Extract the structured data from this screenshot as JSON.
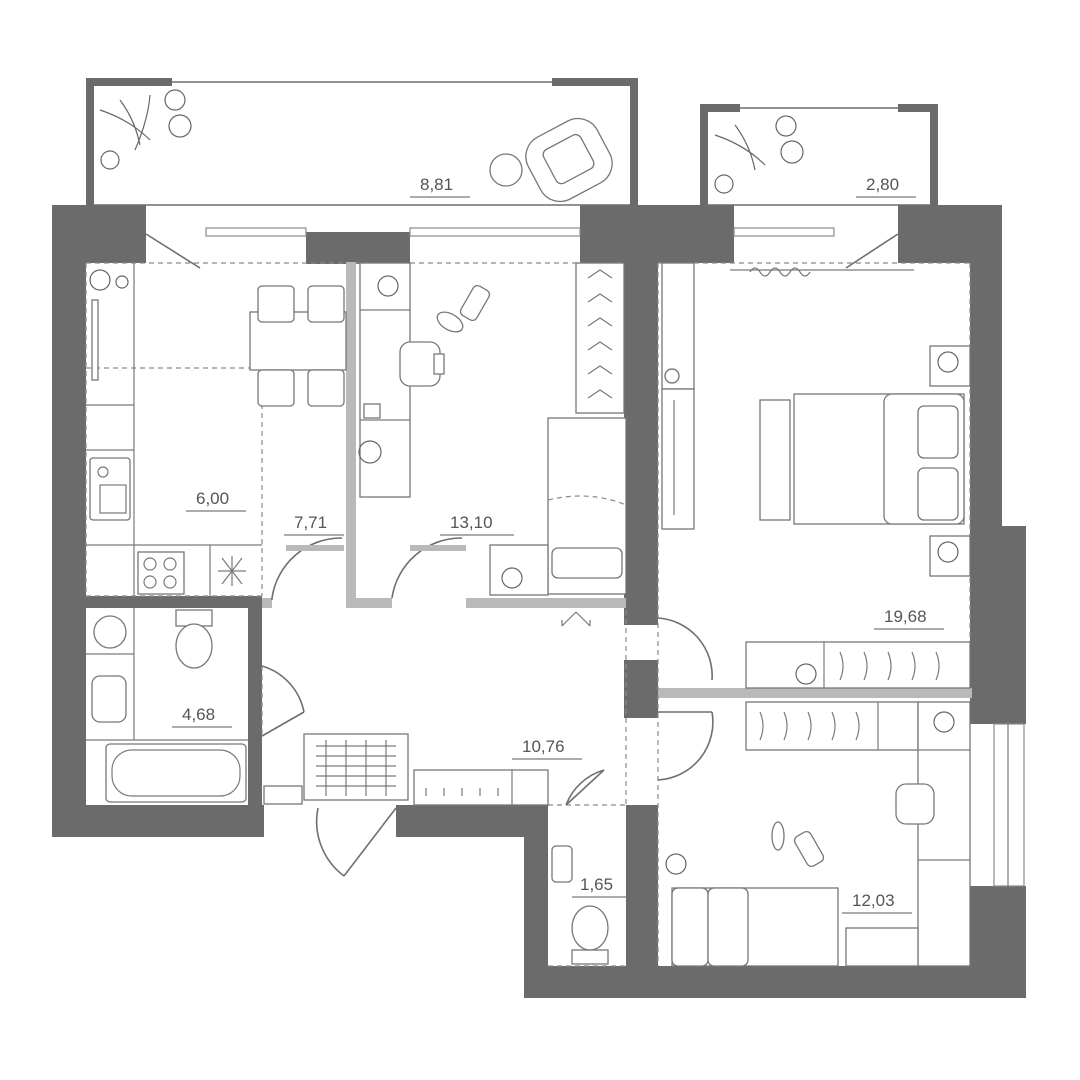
{
  "rooms": [
    {
      "id": "balcony-left",
      "area": "8,81"
    },
    {
      "id": "balcony-right",
      "area": "2,80"
    },
    {
      "id": "kitchen",
      "area": "6,00"
    },
    {
      "id": "dining",
      "area": "7,71"
    },
    {
      "id": "study",
      "area": "13,10"
    },
    {
      "id": "bedroom-main",
      "area": "19,68"
    },
    {
      "id": "bathroom",
      "area": "4,68"
    },
    {
      "id": "hallway",
      "area": "10,76"
    },
    {
      "id": "toilet",
      "area": "1,65"
    },
    {
      "id": "kids-room",
      "area": "12,03"
    }
  ],
  "colors": {
    "wall": "#6b6b6b",
    "partition": "#b9b9b9",
    "line": "#6f6f6f"
  },
  "icons": [
    "plant-icon",
    "armchair-icon",
    "bed-icon",
    "toilet-icon",
    "sink-icon",
    "stove-icon",
    "bathtub-icon",
    "wardrobe-icon",
    "desk-chair-icon",
    "toy-car-icon",
    "rug-icon"
  ]
}
